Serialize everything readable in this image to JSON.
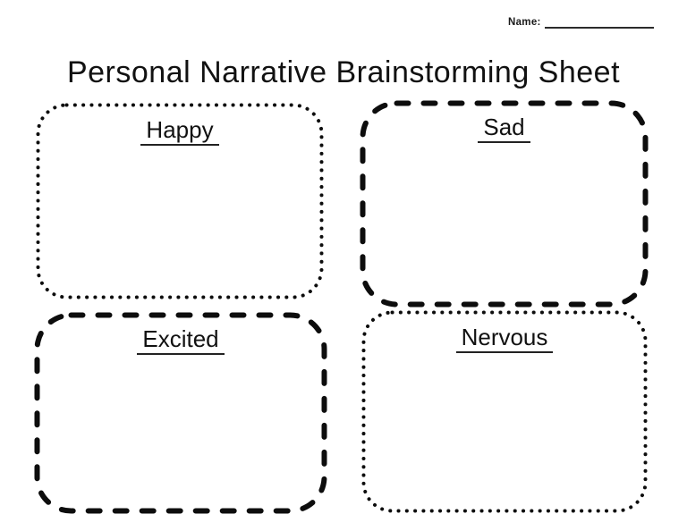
{
  "header": {
    "name_label": "Name:",
    "name_value": ""
  },
  "title": "Personal Narrative Brainstorming Sheet",
  "boxes": [
    {
      "label": "Happy",
      "border_style": "dotted"
    },
    {
      "label": "Sad",
      "border_style": "dashed"
    },
    {
      "label": "Excited",
      "border_style": "dashed"
    },
    {
      "label": "Nervous",
      "border_style": "dotted"
    }
  ],
  "colors": {
    "ink": "#0d0d0d",
    "background": "#ffffff"
  }
}
